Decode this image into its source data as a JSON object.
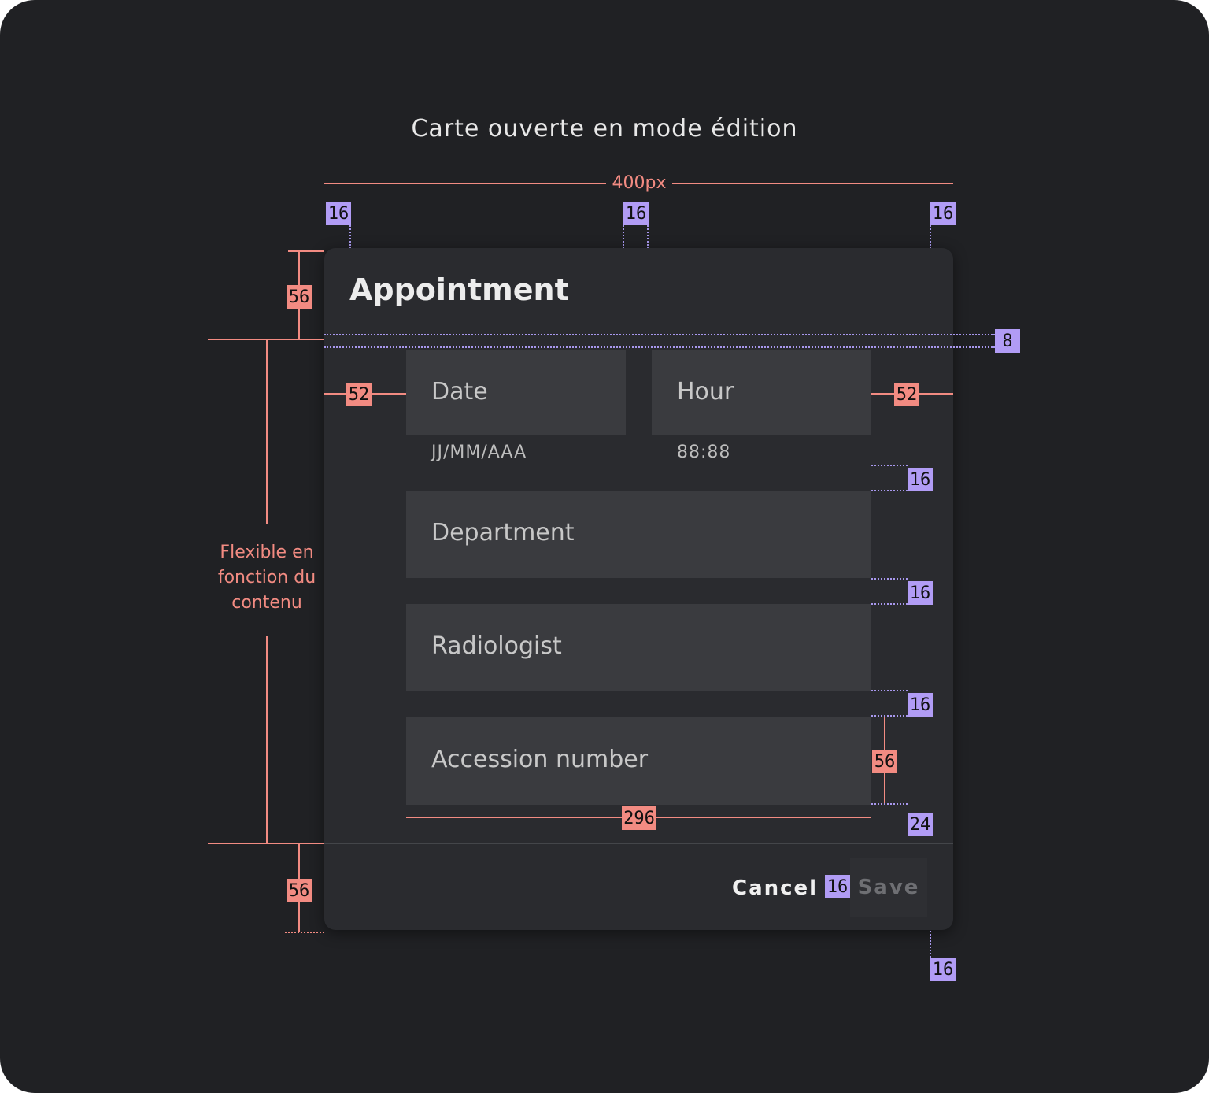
{
  "page": {
    "title": "Carte ouverte en mode édition"
  },
  "card": {
    "title": "Appointment",
    "fields": {
      "date_label": "Date",
      "date_helper": "JJ/MM/AAA",
      "hour_label": "Hour",
      "hour_helper": "88:88",
      "department_label": "Department",
      "radiologist_label": "Radiologist",
      "accession_label": "Accession number"
    },
    "actions": {
      "cancel_label": "Cancel",
      "save_label": "Save"
    }
  },
  "annotations": {
    "width_label": "400px",
    "flex_label": [
      "Flexible en",
      "fonction du",
      "contenu"
    ],
    "spacing_16": "16",
    "spacing_8": "8",
    "spacing_24": "24",
    "size_56": "56",
    "size_52": "52",
    "size_296": "296"
  },
  "colors": {
    "background": "#202124",
    "card": "#2a2b2f",
    "field": "#3a3b3f",
    "annotation_red": "#f28b82",
    "annotation_purple": "#b19cf5"
  }
}
